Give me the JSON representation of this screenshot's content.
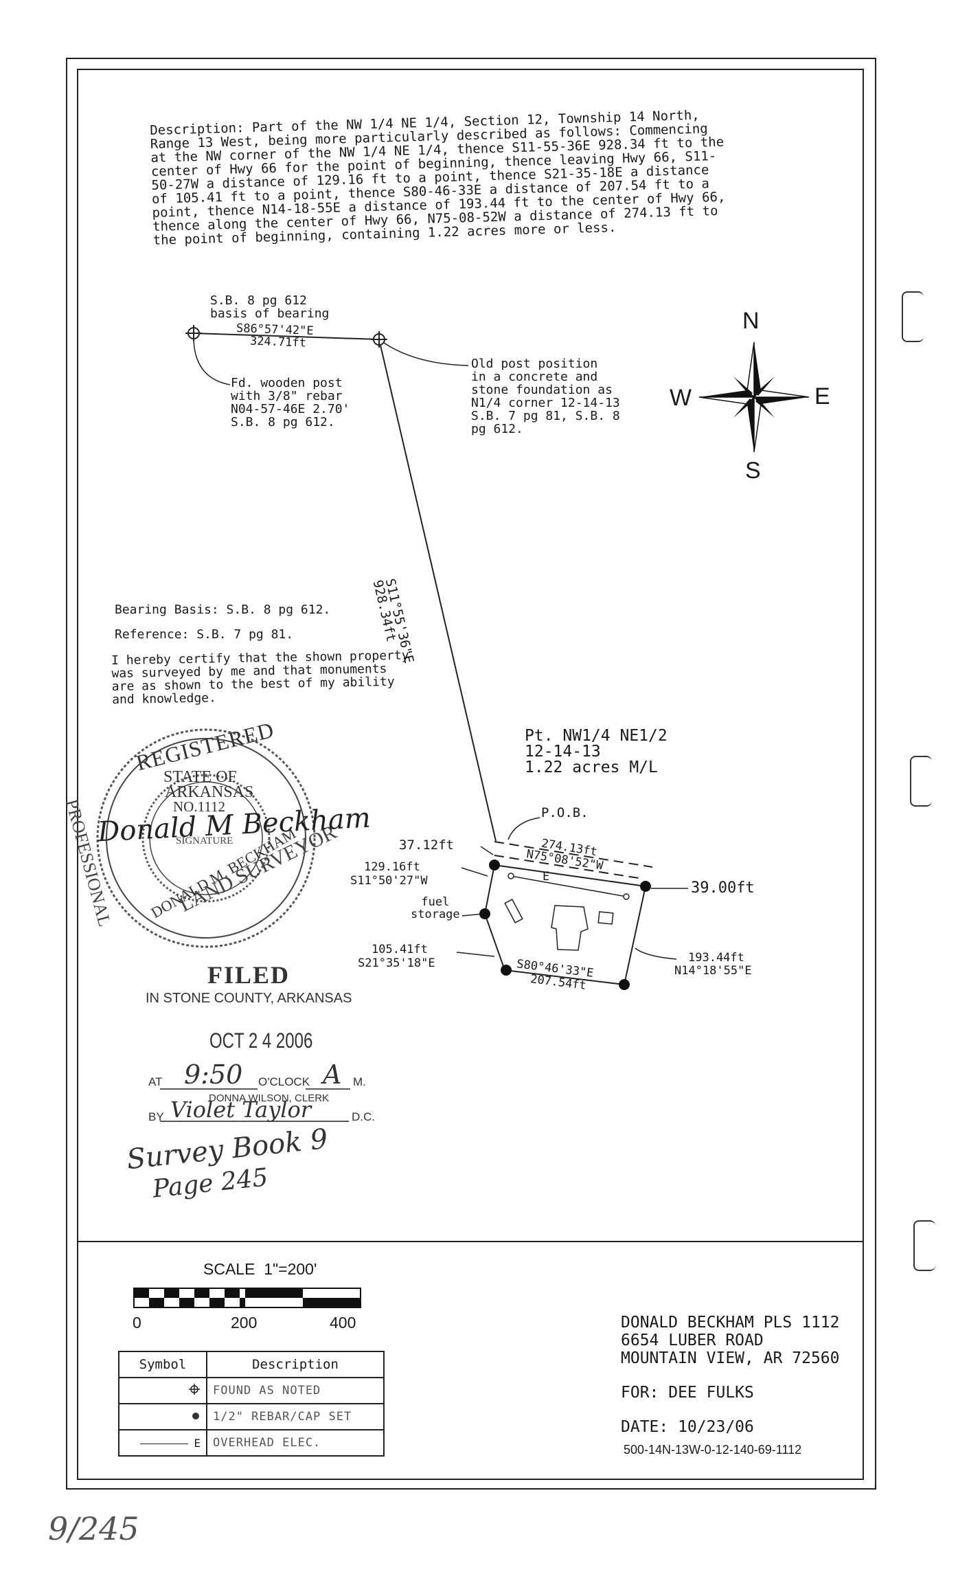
{
  "description": {
    "lines": [
      "Description: Part of the NW 1/4 NE 1/4, Section 12, Township 14 North,",
      "Range 13 West, being more particularly described as follows: Commencing",
      "at the NW corner of the NW 1/4 NE 1/4, thence S11-55-36E 928.34 ft to the",
      "center of Hwy 66 for the point of beginning, thence leaving Hwy 66, S11-",
      "50-27W a distance of 129.16 ft to a point, thence S21-35-18E a distance",
      "of 105.41 ft to a point, thence S80-46-33E a distance of 207.54 ft to a",
      "point, thence N14-18-55E a distance of 193.44 ft to the center of Hwy 66,",
      "thence along the center of Hwy 66, N75-08-52W a distance of 274.13 ft to",
      "the point of beginning, containing 1.22 acres more or less."
    ]
  },
  "basis_note": {
    "lines": [
      "S.B. 8 pg 612",
      "basis of bearing"
    ]
  },
  "top_line": {
    "bearing": "S86°57'42\"E",
    "distance": "324.71ft"
  },
  "wooden_post_note": {
    "lines": [
      "Fd. wooden post",
      "with 3/8\" rebar",
      "N04-57-46E 2.70'",
      "S.B. 8 pg 612."
    ]
  },
  "old_post_note": {
    "lines": [
      "Old post position",
      "in a concrete and",
      "stone foundation as",
      "N1/4 corner 12-14-13",
      "S.B. 7 pg 81, S.B. 8",
      "pg 612."
    ]
  },
  "compass": {
    "n": "N",
    "s": "S",
    "e": "E",
    "w": "W"
  },
  "long_line": {
    "bearing": "S11°55'36\"E",
    "distance": "928.34ft"
  },
  "bearing_basis": "Bearing Basis: S.B. 8 pg 612.",
  "reference": "Reference: S.B. 7 pg 81.",
  "certification": {
    "lines": [
      "I hereby certify that the shown property",
      "was surveyed by me and that monuments",
      "are as shown to the best of my ability",
      "and knowledge."
    ]
  },
  "seal": {
    "registered": "REGISTERED",
    "state_of": "STATE OF",
    "arkansas": "ARKANSAS",
    "number": "NO.1112",
    "signature_label": "SIGNATURE",
    "name": "DONALD M. BECKHAM",
    "professional": "PROFESSIONAL",
    "land_surveyor": "LAND SURVEYOR",
    "signature": "Donald M Beckham"
  },
  "parcel": {
    "title_lines": [
      "Pt. NW1/4 NE1/2",
      "12-14-13",
      "1.22 acres M/L"
    ],
    "pob": "P.O.B.",
    "top_bearing": "N75°08'52\"W",
    "top_distance": "274.13ft",
    "elec_symbol": "E",
    "left_offset": "37.12ft",
    "right_offset": "39.00ft",
    "west_distance": "129.16ft",
    "west_bearing": "S11°50'27\"W",
    "fuel_lines": [
      "fuel",
      "storage"
    ],
    "sw_distance": "105.41ft",
    "sw_bearing": "S21°35'18\"E",
    "south_bearing": "S80°46'33\"E",
    "south_distance": "207.54ft",
    "east_distance": "193.44ft",
    "east_bearing": "N14°18'55\"E"
  },
  "filed": {
    "title": "FILED",
    "county": "IN STONE COUNTY, ARKANSAS",
    "date": "OCT 2 4 2006",
    "at": "AT",
    "time": "9:50",
    "oclock": "O'CLOCK",
    "meridiem": "A",
    "m": "M.",
    "clerk": "DONNA WILSON, CLERK",
    "by": "BY",
    "deputy_sig": "Violet Taylor",
    "dc": "D.C.",
    "survey_book": "Survey Book 9",
    "page": "Page 245"
  },
  "scale": {
    "label": "SCALE  1\"=200'",
    "ticks": [
      "0",
      "200",
      "400"
    ]
  },
  "legend": {
    "headers": [
      "Symbol",
      "Description"
    ],
    "rows": [
      {
        "symbol": "found-marker-icon",
        "description": "FOUND AS NOTED"
      },
      {
        "symbol": "rebar-dot-icon",
        "description": "1/2\" REBAR/CAP SET"
      },
      {
        "symbol": "E",
        "description": "OVERHEAD ELEC."
      }
    ]
  },
  "title_block": {
    "surveyor": "DONALD BECKHAM PLS 1112",
    "address1": "6654 LUBER ROAD",
    "address2": "MOUNTAIN VIEW, AR 72560",
    "for": "FOR: DEE FULKS",
    "date": "DATE: 10/23/06",
    "parcel_id": "500-14N-13W-0-12-140-69-1112"
  },
  "margin_note": "9/245"
}
